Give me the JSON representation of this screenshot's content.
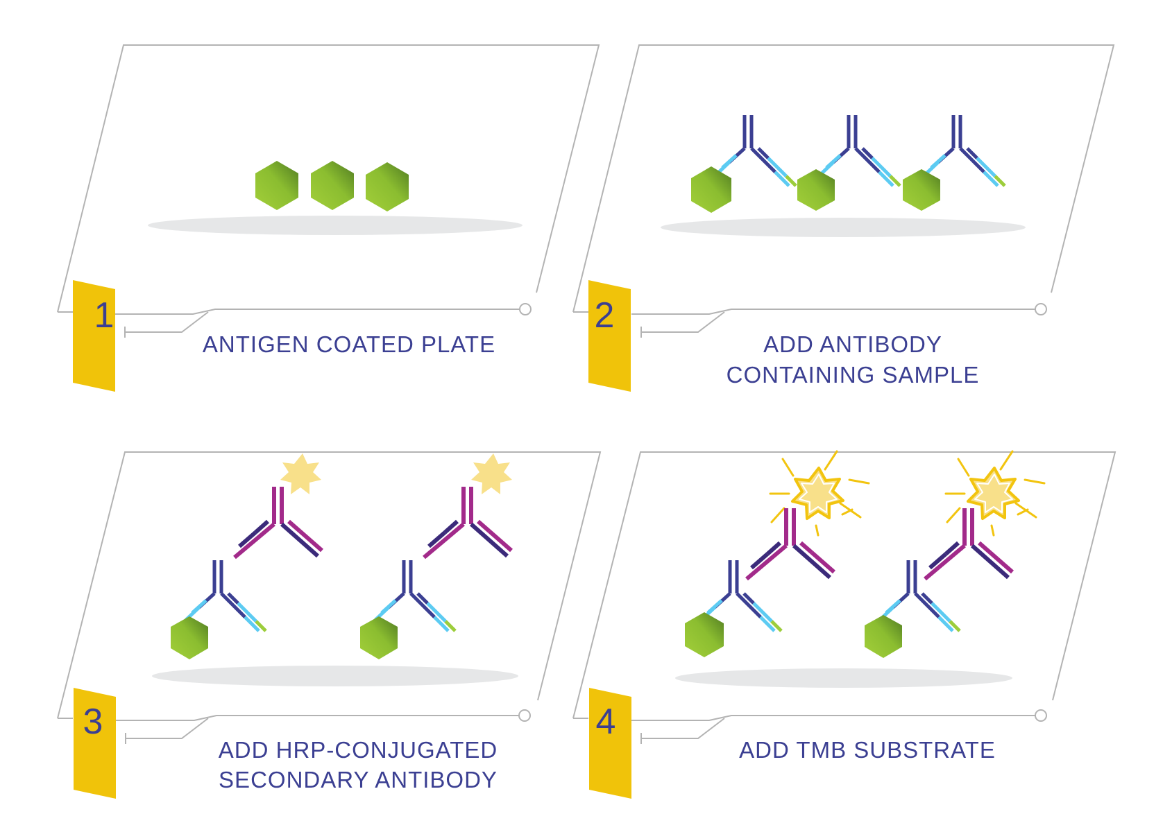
{
  "colors": {
    "frame": "#b3b3b3",
    "tab": "#f0c30a",
    "text": "#3b3f92",
    "antigen_light": "#a3cf3a",
    "antigen_dark": "#4f7a22",
    "primary_heavy": "#3b3f92",
    "primary_light": "#5ccbf2",
    "primary_tip": "#9ccd3b",
    "secondary_heavy": "#a22a8a",
    "secondary_light": "#3b2a7a",
    "hrp": "#f8e08a",
    "tmb": "#f2c40f",
    "plate_shadow": "#e6e7e8"
  },
  "steps": [
    {
      "number": "1",
      "caption_lines": [
        "ANTIGEN COATED PLATE"
      ]
    },
    {
      "number": "2",
      "caption_lines": [
        "ADD ANTIBODY",
        "CONTAINING SAMPLE"
      ]
    },
    {
      "number": "3",
      "caption_lines": [
        "ADD HRP-CONJUGATED",
        "SECONDARY ANTIBODY"
      ]
    },
    {
      "number": "4",
      "caption_lines": [
        "ADD TMB SUBSTRATE"
      ]
    }
  ]
}
